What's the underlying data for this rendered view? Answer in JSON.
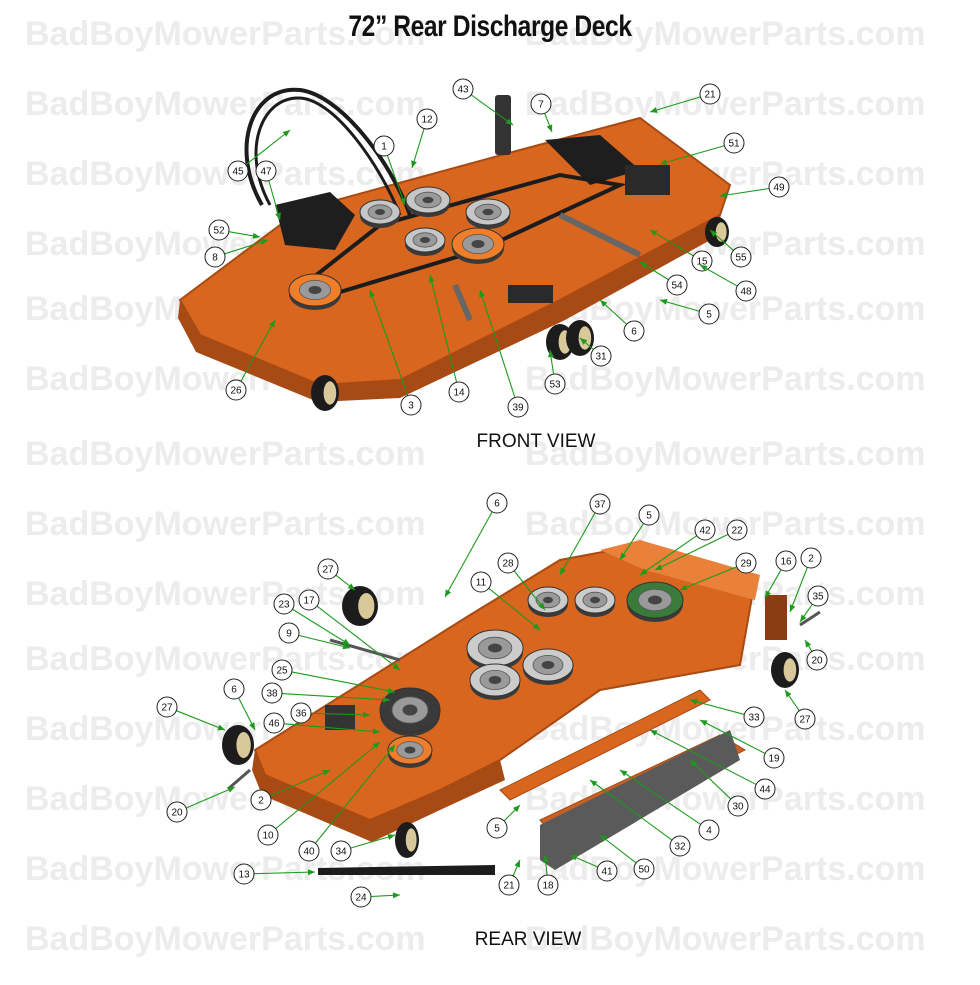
{
  "title": "72” Rear Discharge Deck",
  "watermark": "BadBoyMowerParts.com",
  "colors": {
    "deck_orange": "#d8661f",
    "deck_dark": "#a84a14",
    "deck_light": "#e9813a",
    "spindle": "#ef7d2a",
    "metal_gray": "#8c8c8c",
    "black": "#1c1c1c",
    "leader_green": "#1c9a1c"
  },
  "views": [
    {
      "label": "FRONT VIEW",
      "callouts": [
        "43",
        "7",
        "21",
        "12",
        "1",
        "51",
        "45",
        "47",
        "49",
        "52",
        "8",
        "55",
        "15",
        "54",
        "48",
        "5",
        "6",
        "31",
        "26",
        "53",
        "3",
        "14",
        "39"
      ]
    },
    {
      "label": "REAR VIEW",
      "callouts": [
        "6",
        "37",
        "5",
        "42",
        "22",
        "28",
        "29",
        "16",
        "2",
        "27",
        "11",
        "35",
        "23",
        "17",
        "9",
        "20",
        "25",
        "38",
        "27",
        "6",
        "36",
        "46",
        "33",
        "27",
        "19",
        "44",
        "2",
        "20",
        "30",
        "4",
        "10",
        "34",
        "40",
        "32",
        "5",
        "50",
        "41",
        "13",
        "21",
        "18",
        "24"
      ]
    }
  ]
}
